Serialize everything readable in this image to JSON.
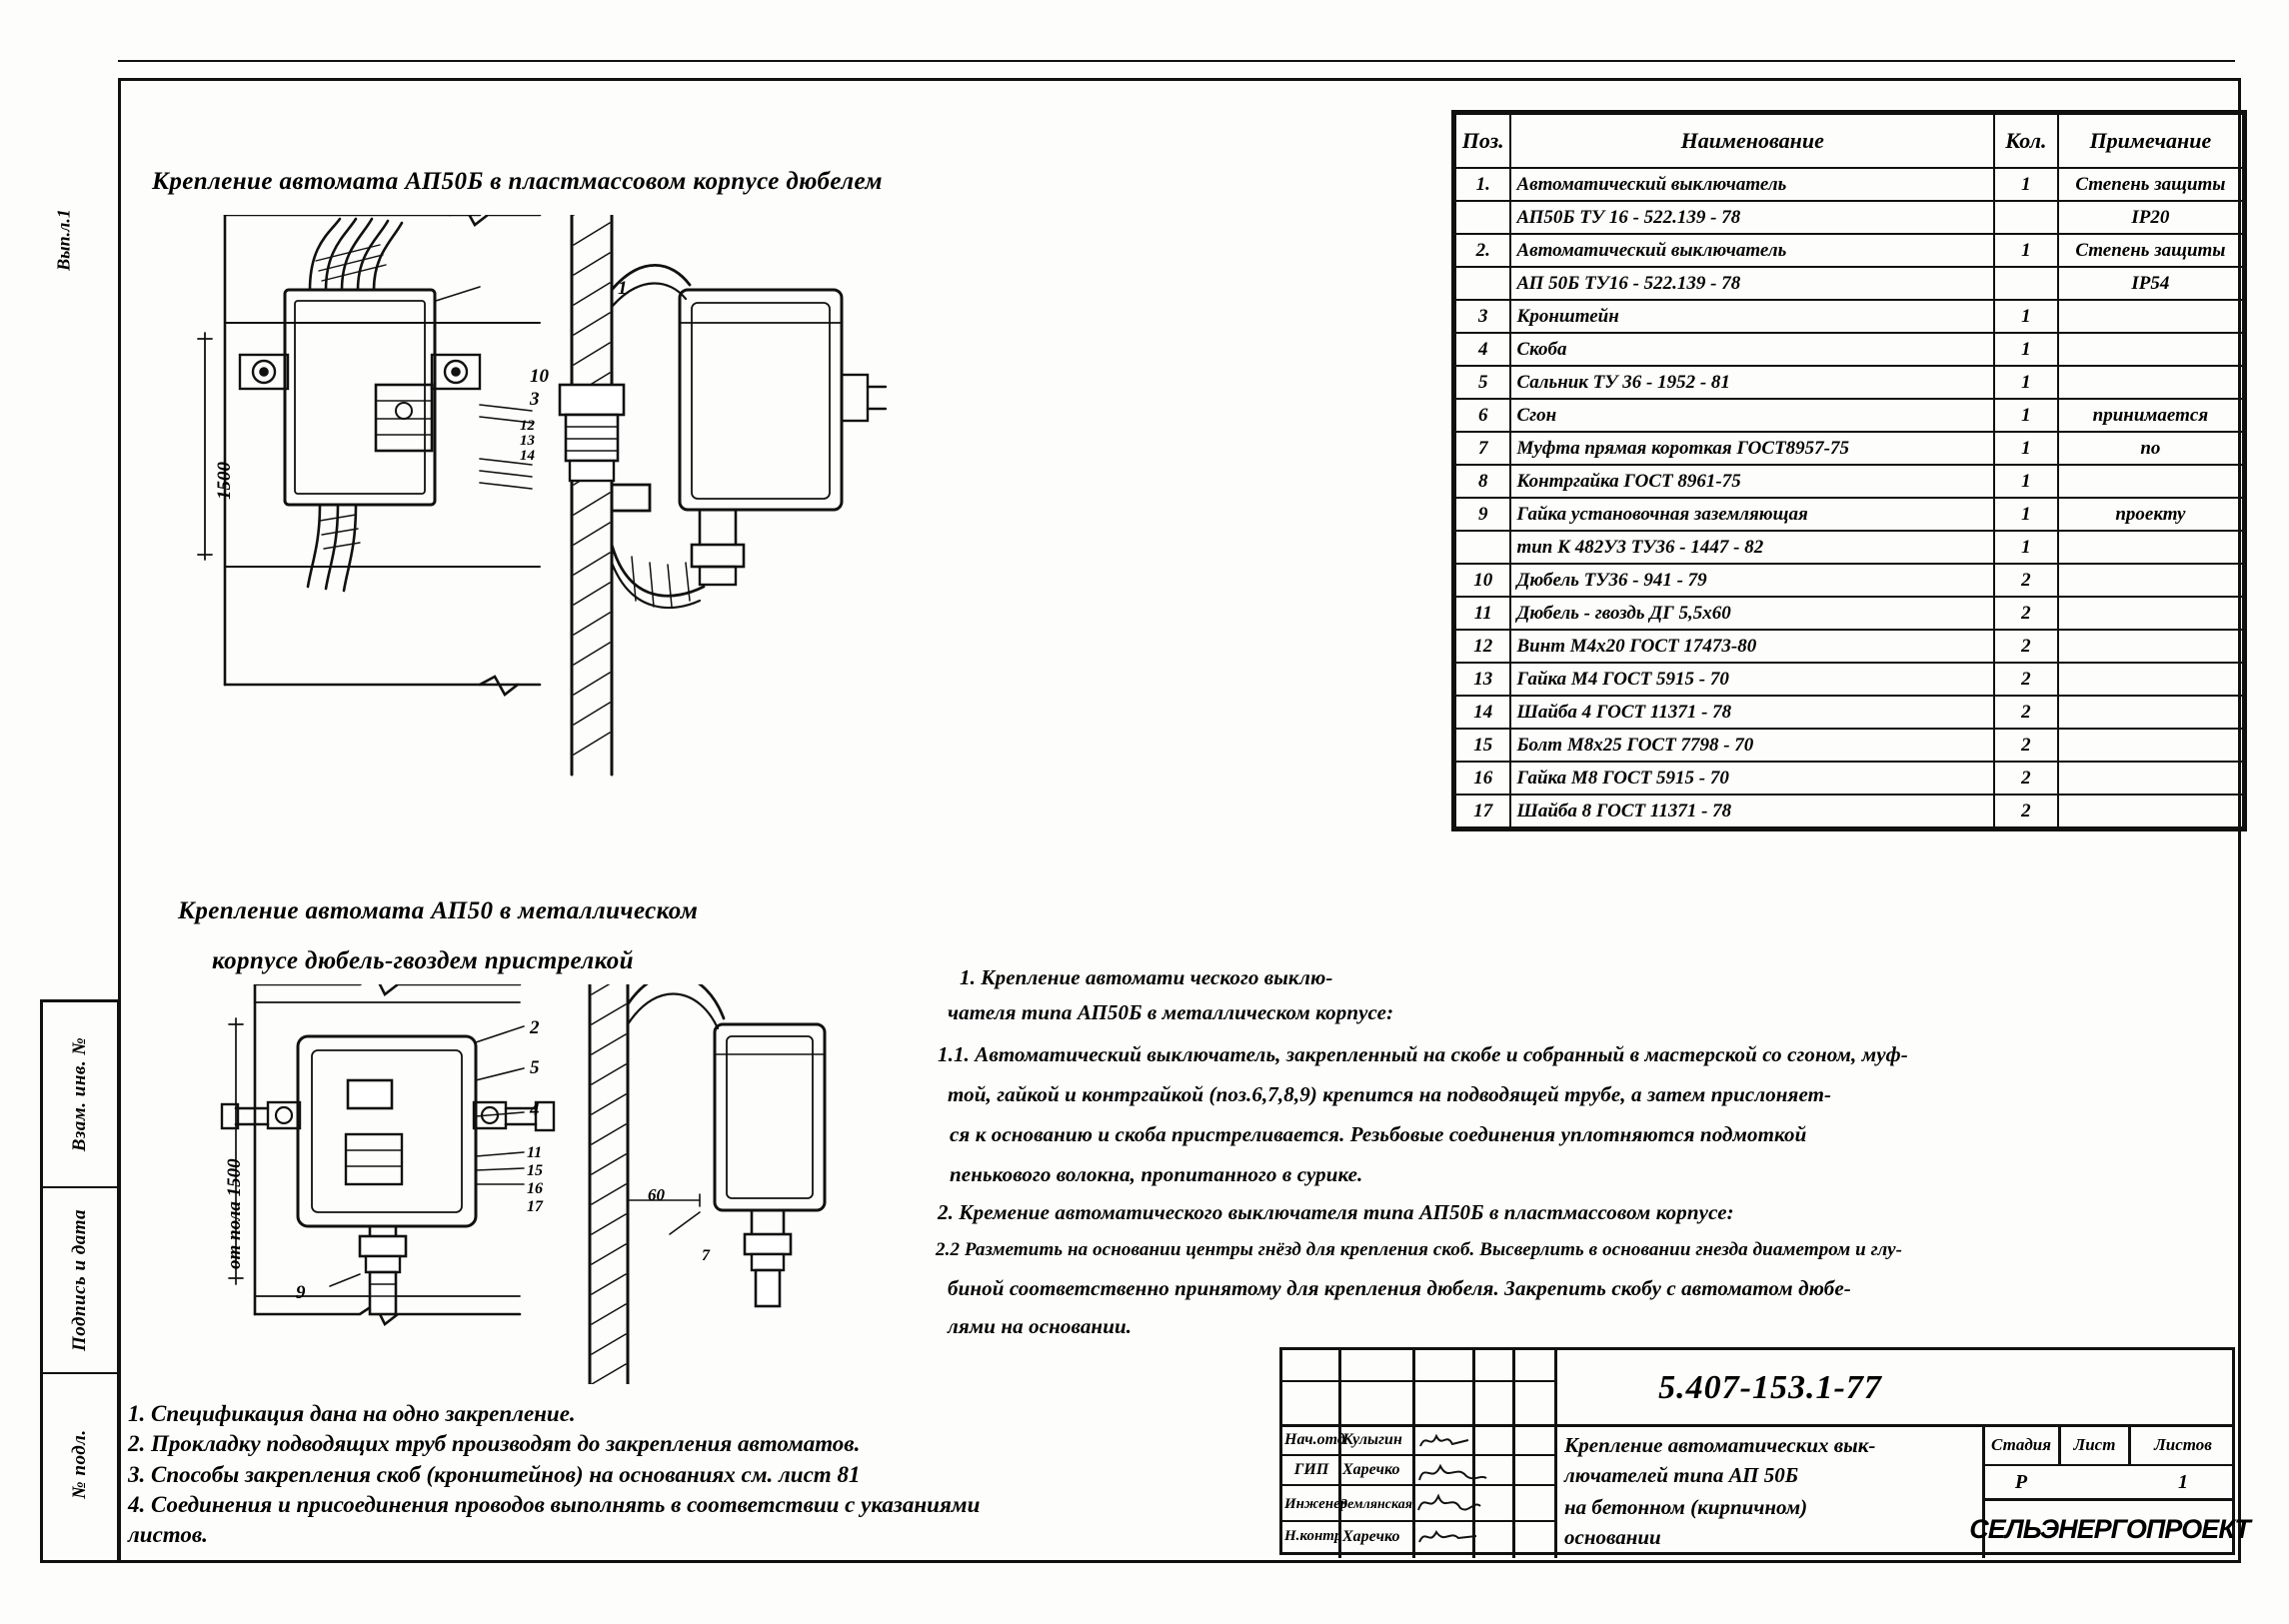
{
  "document": {
    "code": "5.407-153.1-77",
    "title_lines": [
      "Крепление автоматических вык-",
      "лючателей типа  АП 50Б",
      "на бетонном (кирпичном)",
      "основании"
    ],
    "organization": "СЕЛЬЭНЕРГОПРОЕКТ"
  },
  "left_margin": {
    "top_label": "Вып.л.1",
    "cells": [
      "Взам. инв. №",
      "Подпись и дата",
      "№ подл."
    ]
  },
  "drawings": {
    "upper_title": "Крепление автомата АП50Б  в  пластмассовом корпусе дюбелем",
    "lower_title_line1": "Крепление автомата АП50  в  металлическом",
    "lower_title_line2": "корпусе дюбель-гвоздем пристрелкой",
    "upper_labels": {
      "pos1": "1",
      "pos10": "10",
      "pos3": "3",
      "pos12": "12",
      "pos13": "13",
      "pos14": "14",
      "dim_height": "1500"
    },
    "lower_labels": {
      "pos2": "2",
      "pos5": "5",
      "pos4": "4",
      "pos11": "11",
      "pos15": "15",
      "pos16": "16",
      "pos17": "17",
      "pos9": "9",
      "pos7": "7",
      "dim_height": "от пола 1500",
      "dim_60": "60"
    }
  },
  "spec_table": {
    "headers": {
      "pos": "Поз.",
      "name": "Наименование",
      "qty": "Кол.",
      "note": "Примечание"
    },
    "rows": [
      {
        "pos": "1.",
        "name": "Автоматический  выключатель",
        "qty": "1",
        "note": "Степень защиты"
      },
      {
        "pos": "",
        "name": "АП50Б   ТУ 16 - 522.139 - 78",
        "qty": "",
        "note": "IP20"
      },
      {
        "pos": "2.",
        "name": "Автоматический  выключатель",
        "qty": "1",
        "note": "Степень защиты"
      },
      {
        "pos": "",
        "name": "АП 50Б  ТУ16 - 522.139 - 78",
        "qty": "",
        "note": "IP54"
      },
      {
        "pos": "3",
        "name": "Кронштейн",
        "qty": "1",
        "note": ""
      },
      {
        "pos": "4",
        "name": "Скоба",
        "qty": "1",
        "note": ""
      },
      {
        "pos": "5",
        "name": "Сальник  ТУ 36 - 1952 - 81",
        "qty": "1",
        "note": ""
      },
      {
        "pos": "6",
        "name": "Сгон",
        "qty": "1",
        "note": "принимается"
      },
      {
        "pos": "7",
        "name": "Муфта прямая  короткая ГОСТ8957-75",
        "qty": "1",
        "note": "по"
      },
      {
        "pos": "8",
        "name": "Контргайка   ГОСТ 8961-75",
        "qty": "1",
        "note": ""
      },
      {
        "pos": "9",
        "name": "Гайка установочная  заземляющая",
        "qty": "1",
        "note": "проекту"
      },
      {
        "pos": "",
        "name": "тип К 482У3   ТУ36 - 1447 - 82",
        "qty": "1",
        "note": ""
      },
      {
        "pos": "10",
        "name": "Дюбель    ТУ36 - 941 - 79",
        "qty": "2",
        "note": ""
      },
      {
        "pos": "11",
        "name": "Дюбель - гвоздь ДГ 5,5х60",
        "qty": "2",
        "note": ""
      },
      {
        "pos": "12",
        "name": "Винт М4х20   ГОСТ 17473-80",
        "qty": "2",
        "note": ""
      },
      {
        "pos": "13",
        "name": "Гайка М4 ГОСТ 5915 - 70",
        "qty": "2",
        "note": ""
      },
      {
        "pos": "14",
        "name": "Шайба 4 ГОСТ 11371 - 78",
        "qty": "2",
        "note": ""
      },
      {
        "pos": "15",
        "name": "Болт М8х25 ГОСТ 7798 - 70",
        "qty": "2",
        "note": ""
      },
      {
        "pos": "16",
        "name": "Гайка М8  ГОСТ 5915 - 70",
        "qty": "2",
        "note": ""
      },
      {
        "pos": "17",
        "name": "Шайба 8  ГОСТ 11371 - 78",
        "qty": "2",
        "note": ""
      }
    ]
  },
  "instructions": {
    "item1_l1": "1. Крепление автомати ческого выклю-",
    "item1_l2": "чателя типа АП50Б в металлическом корпусе:",
    "item11_l1": "1.1. Автоматический выключатель, закрепленный на скобе и собранный в мастерской со сгоном, муф-",
    "item11_l2": "той, гайкой и контргайкой (поз.6,7,8,9) крепится на подводящей трубе, а затем прислоняет-",
    "item11_l3": "ся к основанию и скоба пристреливается. Резьбовые соединения уплотняются подмоткой",
    "item11_l4": "пеньковогo волокна, пропитанного в сурике.",
    "item2": "2. Кремение автоматического выключателя типа АП50Б в пластмассовом  корпусе:",
    "item22_l1": "2.2 Разметить на основании центры гнёзд для крепления скоб. Высверлить в основании гнезда диаметром и глу-",
    "item22_l2": "биной соответственно принятому для крепления дюбеля. Закрепить скобу с автоматом дюбе-",
    "item22_l3": "лями на основании."
  },
  "notes": [
    "1. Спецификация дана на одно закрепление.",
    "2. Прокладку подводящих труб производят до закрепления автоматов.",
    "3. Способы закрепления скоб (кронштейнов) на основаниях см. лист 81",
    "4. Соединения и присоединения проводов выполнять в соответствии с указаниями",
    "   листов."
  ],
  "title_block": {
    "roles": [
      "Нач.отд",
      "ГИП",
      "Инженер",
      "Н.контр"
    ],
    "names": [
      "Кулыгин",
      "Харечко",
      "Землянская",
      "Харечко"
    ],
    "stage_header": "Стадия",
    "sheet_header": "Лист",
    "sheets_header": "Листов",
    "stage_value": "Р",
    "sheet_value": "",
    "sheets_value": "1"
  }
}
